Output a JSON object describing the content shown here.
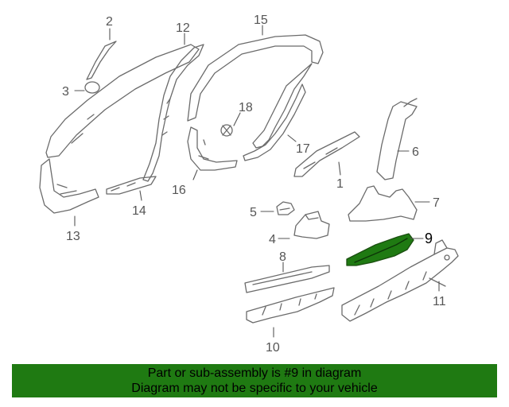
{
  "diagram": {
    "callouts": {
      "c1": "1",
      "c2": "2",
      "c3": "3",
      "c4": "4",
      "c5": "5",
      "c6": "6",
      "c7": "7",
      "c8": "8",
      "c9": "9",
      "c10": "10",
      "c11": "11",
      "c12": "12",
      "c13": "13",
      "c14": "14",
      "c15": "15",
      "c16": "16",
      "c17": "17",
      "c18": "18"
    },
    "highlight_color": "#1f7a12",
    "highlight_part": "9"
  },
  "banner": {
    "line1": "Part or sub-assembly is #9 in diagram",
    "line2": "Diagram may not be specific to your vehicle",
    "background": "#1f7a12"
  }
}
